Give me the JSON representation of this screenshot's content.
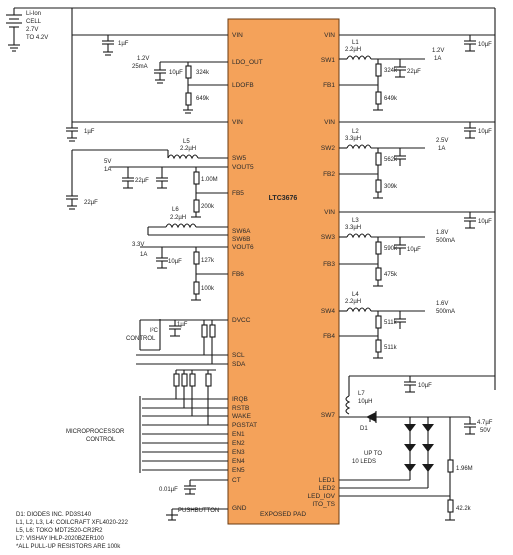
{
  "ic": {
    "part": "LTC3676",
    "fill": "#f4a25a",
    "left_pins": [
      "VIN",
      "LDO_OUT",
      "LDOFB",
      "VIN",
      "SW5",
      "VOUT5",
      "FB5",
      "SW6A",
      "SW6B",
      "VOUT6",
      "FB6",
      "DVCC",
      "SCL",
      "SDA",
      "IRQB",
      "RSTB",
      "WAKE",
      "PGSTAT",
      "EN1",
      "EN2",
      "EN3",
      "EN4",
      "EN5",
      "CT",
      "GND"
    ],
    "right_pins": [
      "VIN",
      "SW1",
      "FB1",
      "VIN",
      "SW2",
      "FB2",
      "VIN",
      "SW3",
      "FB3",
      "SW4",
      "FB4",
      "SW7",
      "LED1",
      "LED2",
      "LED_IOV",
      "ITO_TS"
    ],
    "bottom_label": "EXPOSED PAD"
  },
  "labels": {
    "battery": [
      "Li-Ion",
      "CELL",
      "2.7V",
      "TO 4.2V"
    ],
    "cap_1uF_a": "1µF",
    "ldo_out": [
      "1.2V",
      "25mA"
    ],
    "cap_10uF": "10µF",
    "r_324k": "324k",
    "r_649k": "649k",
    "cap_1uF_b": "1µF",
    "cap_22uF": "22µF",
    "l5": [
      "L5",
      "2.2µH"
    ],
    "out5": [
      "5V",
      "1A"
    ],
    "r_1m": "1.00M",
    "r_200k": "200k",
    "l6": [
      "L6",
      "2.2µH"
    ],
    "out6": [
      "3.3V",
      "1A"
    ],
    "r_127k": "127k",
    "r_100k": "100k",
    "i2c": [
      "I²C",
      "CONTROL"
    ],
    "uP": [
      "MICROPROCESSOR",
      "CONTROL"
    ],
    "cap_ct": "0.01µF",
    "pushbutton": "PUSHBUTTON",
    "l1": [
      "L1",
      "2.2µH"
    ],
    "out1": [
      "1.2V",
      "1A"
    ],
    "r_324k_b": "324k",
    "r_649k_b": "649k",
    "cap_22uF_b": "22µF",
    "cap_10uF_b": "10µF",
    "l2": [
      "L2",
      "3.3µH"
    ],
    "out2": [
      "2.5V",
      "1A"
    ],
    "r_562k": "562k",
    "r_309k": "309k",
    "l3": [
      "L3",
      "3.3µH"
    ],
    "out3": [
      "1.8V",
      "500mA"
    ],
    "r_590k": "590k",
    "r_475k": "475k",
    "l4": [
      "L4",
      "2.2µH"
    ],
    "out4": [
      "1.6V",
      "500mA"
    ],
    "r_511k": "511k",
    "r_511k_b": "511k",
    "cap_10uF_c": "10µF",
    "l7": [
      "L7",
      "10µH"
    ],
    "d1": "D1",
    "cap_47uF": [
      "4.7µF",
      "50V"
    ],
    "leds": [
      "UP TO",
      "10 LEDS"
    ],
    "r_1_96m": "1.96M",
    "r_42_2k": "42.2k",
    "notes": [
      "D1: DIODES INC. PD3S140",
      "L1, L2, L3, L4: COILCRAFT XFL4020-222",
      "L5, L6: TOKO MDT2520-CR2R2",
      "L7: VISHAY IHLP-2020BZER100",
      "*ALL PULL-UP RESISTORS ARE 100k"
    ]
  }
}
